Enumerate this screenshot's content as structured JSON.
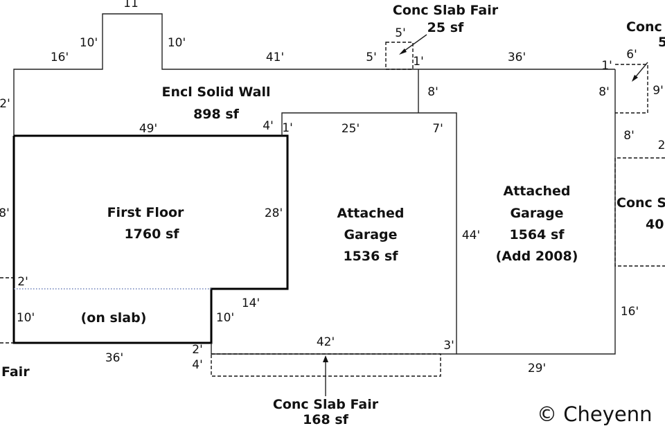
{
  "areas": {
    "encl_title": "Encl Solid Wall",
    "encl_area": "898 sf",
    "first_title": "First Floor",
    "first_area": "1760 sf",
    "on_slab": "(on slab)",
    "garage1_title_1": "Attached",
    "garage1_title_2": "Garage",
    "garage1_area": "1536 sf",
    "garage2_title_1": "Attached",
    "garage2_title_2": "Garage",
    "garage2_area": "1564 sf",
    "garage2_note": "(Add 2008)",
    "slab_top_title": "Conc Slab Fair",
    "slab_top_area": "25 sf",
    "slab_bottom_title": "Conc Slab Fair",
    "slab_bottom_area": "168 sf",
    "slab_right_partial": "Conc",
    "slab_right_partial_area": "5",
    "slab_right_mid_partial": "Conc S",
    "slab_right_mid_partial_area": "40",
    "slab_left_partial": "Fair"
  },
  "dims": {
    "d11": "11",
    "d10a": "10'",
    "d10b": "10'",
    "d16": "16'",
    "d41": "41'",
    "d5a": "5'",
    "d5b": "5'",
    "d1a": "1'",
    "d36a": "36'",
    "d1b": "1'",
    "d6": "6'",
    "d9": "9'",
    "d8a": "8'",
    "d8b": "8'",
    "d8c": "8'",
    "d2a": "2'",
    "d2b": "2",
    "d49": "49'",
    "d4a": "4'",
    "d1c": "1'",
    "d25": "25'",
    "d7": "7'",
    "d8d": "8'",
    "d28a": "28'",
    "d28b": "8'",
    "d44": "44'",
    "d2c": "2'",
    "d10c": "10'",
    "d14": "14'",
    "d10d": "10'",
    "d16b": "16'",
    "d36b": "36'",
    "d2d": "2'",
    "d4b": "4'",
    "d42": "42'",
    "d3": "3'",
    "d29": "29'"
  },
  "copyright": "© Cheyenn"
}
